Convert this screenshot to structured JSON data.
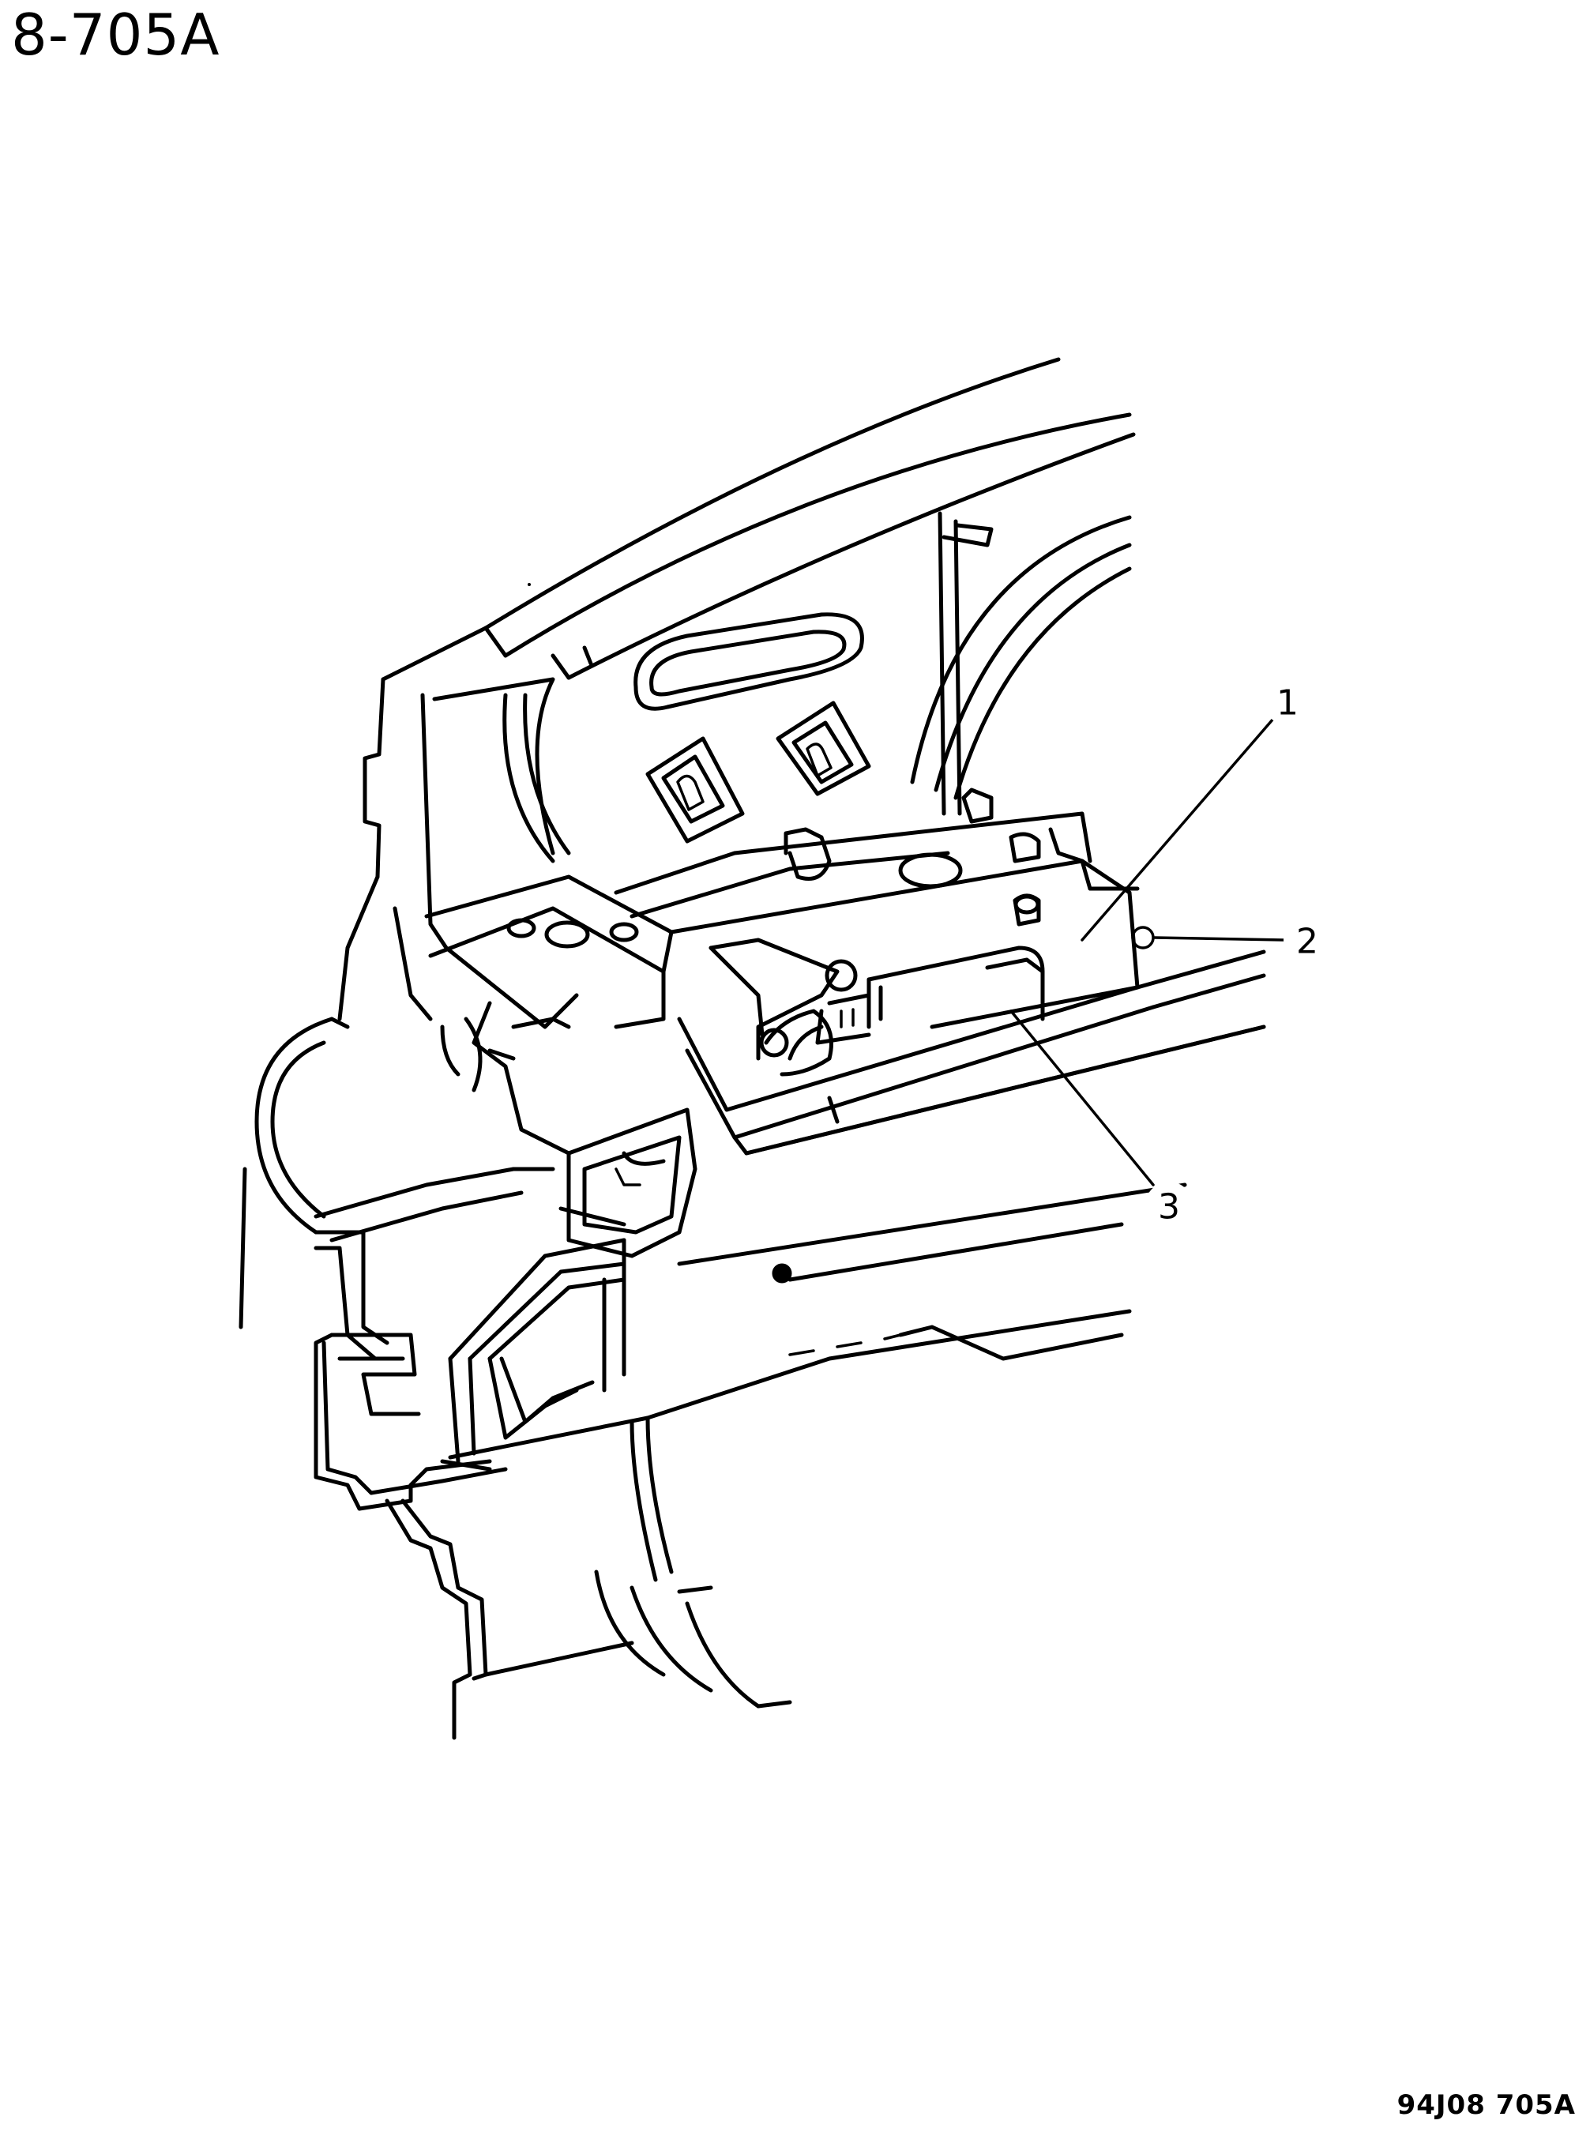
{
  "header": {
    "title": "8-705A"
  },
  "callouts": [
    {
      "number": "1"
    },
    {
      "number": "2"
    },
    {
      "number": "3"
    }
  ],
  "footer": {
    "figure_code": "94J08  705A"
  },
  "colors": {
    "line": "#000000",
    "background": "#ffffff"
  }
}
